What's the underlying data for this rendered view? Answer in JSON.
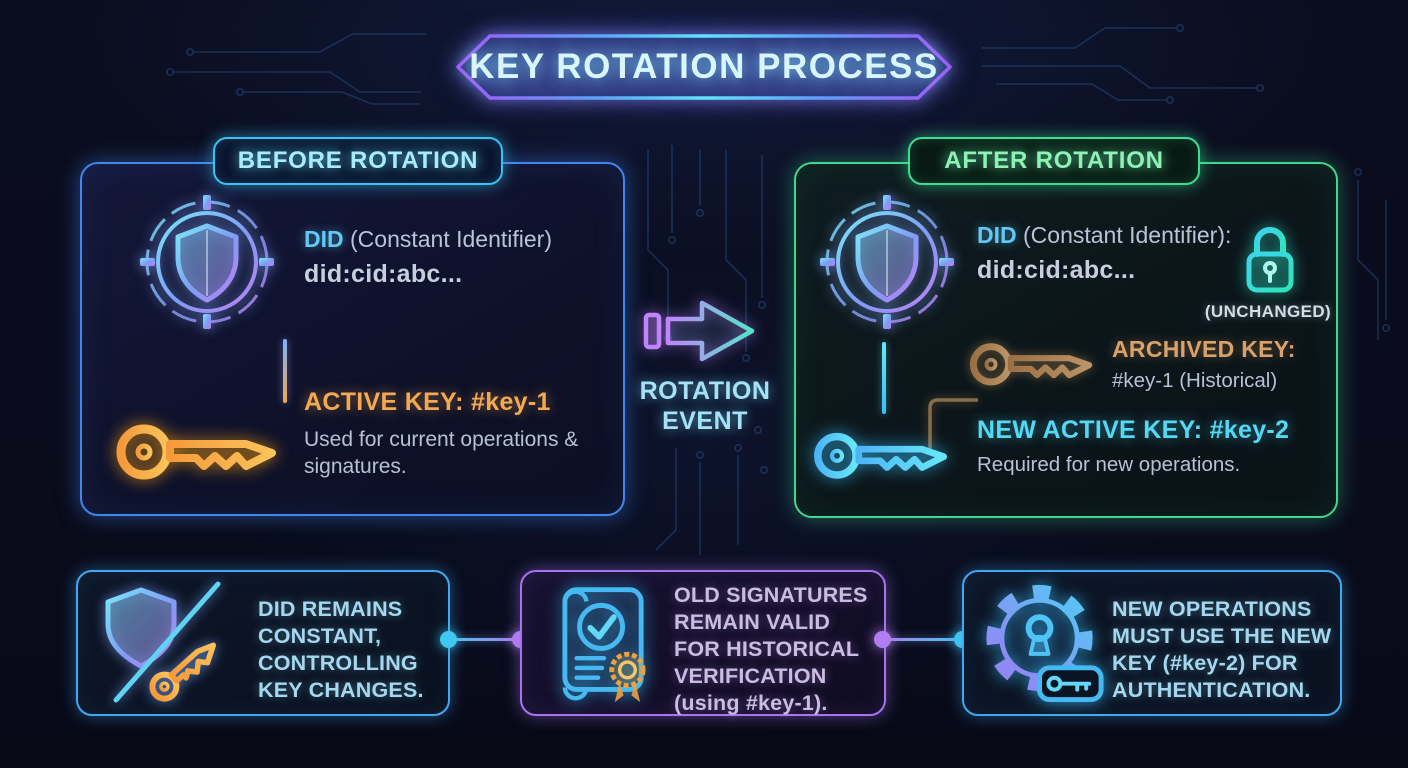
{
  "title": "KEY ROTATION PROCESS",
  "panels": {
    "before": {
      "header": "BEFORE ROTATION",
      "did_label": "DID",
      "did_rest": "(Constant Identifier)",
      "did_value": "did:cid:abc...",
      "key_label": "ACTIVE KEY: #key-1",
      "key_desc": "Used for current operations & signatures."
    },
    "after": {
      "header": "AFTER ROTATION",
      "did_label": "DID",
      "did_rest": "(Constant Identifier):",
      "did_value": "did:cid:abc...",
      "unchanged_label": "(UNCHANGED)",
      "archived_label": "ARCHIVED KEY:",
      "archived_desc": "#key-1 (Historical)",
      "new_key_label": "NEW ACTIVE KEY: #key-2",
      "new_key_desc": "Required for new operations."
    }
  },
  "rotation_event": {
    "label_line1": "ROTATION",
    "label_line2": "EVENT"
  },
  "notes": [
    {
      "text": "DID REMAINS CONSTANT, CONTROLLING KEY CHANGES."
    },
    {
      "text": "OLD SIGNATURES REMAIN VALID FOR HISTORICAL VERIFICATION (using #key-1)."
    },
    {
      "text": "NEW OPERATIONS MUST USE THE NEW KEY (#key-2) FOR AUTHENTICATION."
    }
  ],
  "colors": {
    "background": "#0a0c1d",
    "before_accent": "#4286f0",
    "before_badge_accent": "#3bc1f2",
    "after_accent": "#3ed98a",
    "title_border_purple": "#a855f7",
    "title_border_cyan": "#67e8f9",
    "active_key_orange": "#f2a952",
    "new_key_cyan": "#54d8f5",
    "archived_tan": "#d9a26a",
    "note_purple_accent": "#a873f2",
    "note_cyan_accent": "#41a9f2",
    "connector_dot_cyan": "#3ec7f0",
    "connector_dot_purple": "#b07ef0"
  }
}
